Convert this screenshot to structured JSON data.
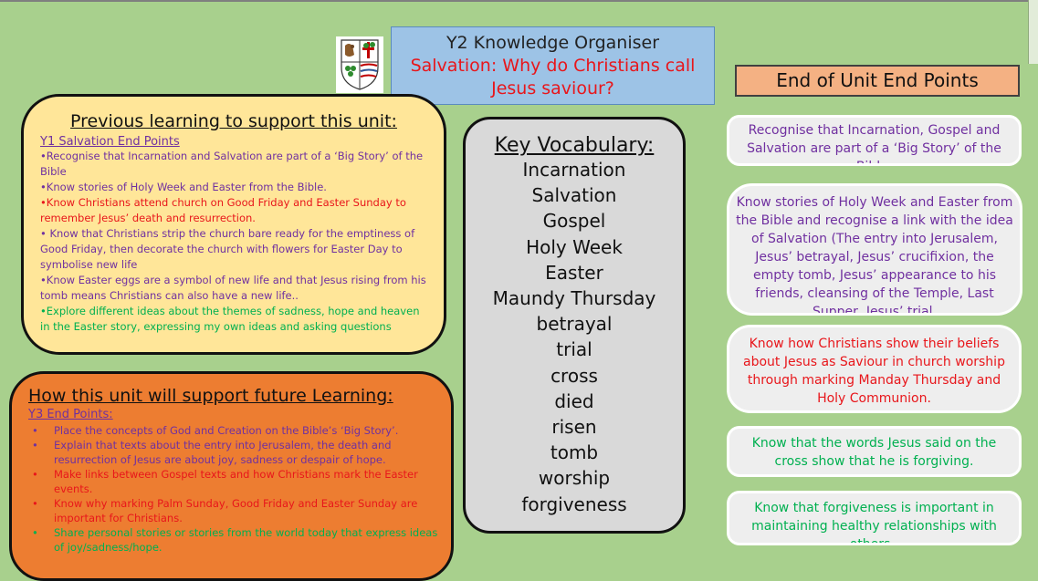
{
  "title": {
    "line1": "Y2 Knowledge Organiser",
    "line2": "Salvation: Why do Christians call Jesus saviour?"
  },
  "end_points_header": "End of Unit End Points",
  "previous": {
    "heading": "Previous learning to support this unit:",
    "sub": "Y1 Salvation End Points",
    "items": [
      {
        "text": "•Recognise that Incarnation and Salvation are part of a ‘Big Story’ of the Bible",
        "color": "#7030a0"
      },
      {
        "text": "•Know stories of Holy Week and Easter from the Bible.",
        "color": "#7030a0"
      },
      {
        "text": "•Know Christians attend church on Good Friday and Easter Sunday to remember Jesus’ death and resurrection.",
        "color": "#e8161b"
      },
      {
        "text": "• Know that Christians strip the church bare ready for the emptiness of Good Friday, then decorate the church with flowers for Easter Day to symbolise new life",
        "color": "#7030a0"
      },
      {
        "text": "•Know Easter eggs are a symbol of new life and that Jesus rising from his tomb means Christians can also have a new life..",
        "color": "#7030a0"
      },
      {
        "text": "•Explore different ideas about the themes of sadness, hope and heaven in the Easter story, expressing my own ideas and asking questions",
        "color": "#00b050"
      }
    ]
  },
  "future": {
    "heading": "How this unit will support future Learning:",
    "sub": "Y3 End Points:",
    "items": [
      {
        "text": "Place the concepts of God and Creation on the Bible’s ‘Big Story’.",
        "color": "#7030a0"
      },
      {
        "text": "Explain that texts about the entry into Jerusalem, the death and resurrection of Jesus are about joy, sadness or despair of hope.",
        "color": "#7030a0"
      },
      {
        "text": "Make links between Gospel texts and how Christians mark the Easter events.",
        "color": "#e8161b"
      },
      {
        "text": "Know why marking Palm Sunday, Good Friday and Easter Sunday are important for Christians.",
        "color": "#e8161b"
      },
      {
        "text": "Share personal stories or stories from the world today that express ideas of joy/sadness/hope.",
        "color": "#00b050"
      }
    ]
  },
  "vocabulary": {
    "heading": "Key Vocabulary:",
    "words": [
      "Incarnation",
      "Salvation",
      "Gospel",
      "Holy Week",
      "Easter",
      "Maundy Thursday",
      "betrayal",
      "trial",
      "cross",
      "died",
      "risen",
      "tomb",
      "worship",
      "forgiveness"
    ]
  },
  "end_points": [
    "Recognise that Incarnation, Gospel and Salvation are part of a ‘Big Story’ of the Bible.",
    "Know stories of Holy Week and Easter from the Bible and recognise a link with the idea of Salvation (The entry into Jerusalem, Jesus’ betrayal, Jesus’ crucifixion, the empty tomb, Jesus’ appearance to his friends, cleansing of the Temple, Last Supper, Jesus’ trial.",
    "Know how Christians show their beliefs about Jesus as Saviour in church worship through marking Manday Thursday and Holy Communion.",
    "Know that the words Jesus said on the cross show that he is forgiving.",
    "Know that forgiveness is important in maintaining healthy relationships with others.."
  ],
  "colors": {
    "background": "#a8d08d",
    "purple": "#7030a0",
    "red": "#e8161b",
    "green": "#00b050"
  }
}
